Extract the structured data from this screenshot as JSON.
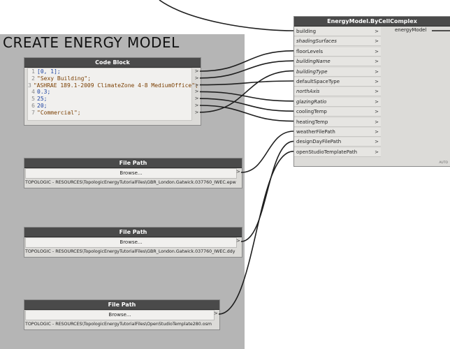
{
  "group": {
    "title": "CREATE ENERGY MODEL"
  },
  "code_block": {
    "title": "Code Block",
    "lines": [
      {
        "num": "1",
        "text": "[0, 1];"
      },
      {
        "num": "2",
        "text": "\"Sexy Building\";"
      },
      {
        "num": "3",
        "text": "\"ASHRAE 189.1-2009 ClimateZone 4-8 MediumOffice\";"
      },
      {
        "num": "4",
        "text": "0.3;"
      },
      {
        "num": "5",
        "text": "25;"
      },
      {
        "num": "6",
        "text": "20;"
      },
      {
        "num": "7",
        "text": "\"Commercial\";"
      }
    ],
    "port_glyph": ">"
  },
  "file_path_1": {
    "title": "File Path",
    "button": "Browse...",
    "path": "TOPOLOGIC - RESOURCES\\TopologicEnergyTutorialFiles\\GBR_London.Gatwick.037760_IWEC.epw",
    "port": ">"
  },
  "file_path_2": {
    "title": "File Path",
    "button": "Browse...",
    "path": "TOPOLOGIC - RESOURCES\\TopologicEnergyTutorialFiles\\GBR_London.Gatwick.037760_IWEC.ddy",
    "port": ">"
  },
  "file_path_3": {
    "title": "File Path",
    "button": "Browse...",
    "path": "TOPOLOGIC - RESOURCES\\TopologicEnergyTutorialFiles\\OpenStudioTemplate280.osm",
    "port": ">"
  },
  "energy_model": {
    "title": "EnergyModel.ByCellComplex",
    "inputs": [
      {
        "label": "building",
        "italic": false
      },
      {
        "label": "shadingSurfaces",
        "italic": true
      },
      {
        "label": "floorLevels",
        "italic": false
      },
      {
        "label": "buildingName",
        "italic": true
      },
      {
        "label": "buildingType",
        "italic": true
      },
      {
        "label": "defaultSpaceType",
        "italic": false
      },
      {
        "label": "northAxis",
        "italic": true
      },
      {
        "label": "glazingRatio",
        "italic": true
      },
      {
        "label": "coolingTemp",
        "italic": false
      },
      {
        "label": "heatingTemp",
        "italic": false
      },
      {
        "label": "weatherFilePath",
        "italic": false
      },
      {
        "label": "designDayFilePath",
        "italic": false
      },
      {
        "label": "openStudioTemplatePath",
        "italic": false
      }
    ],
    "output": "energyModel",
    "lacing": "AUTO",
    "arrow": ">"
  }
}
